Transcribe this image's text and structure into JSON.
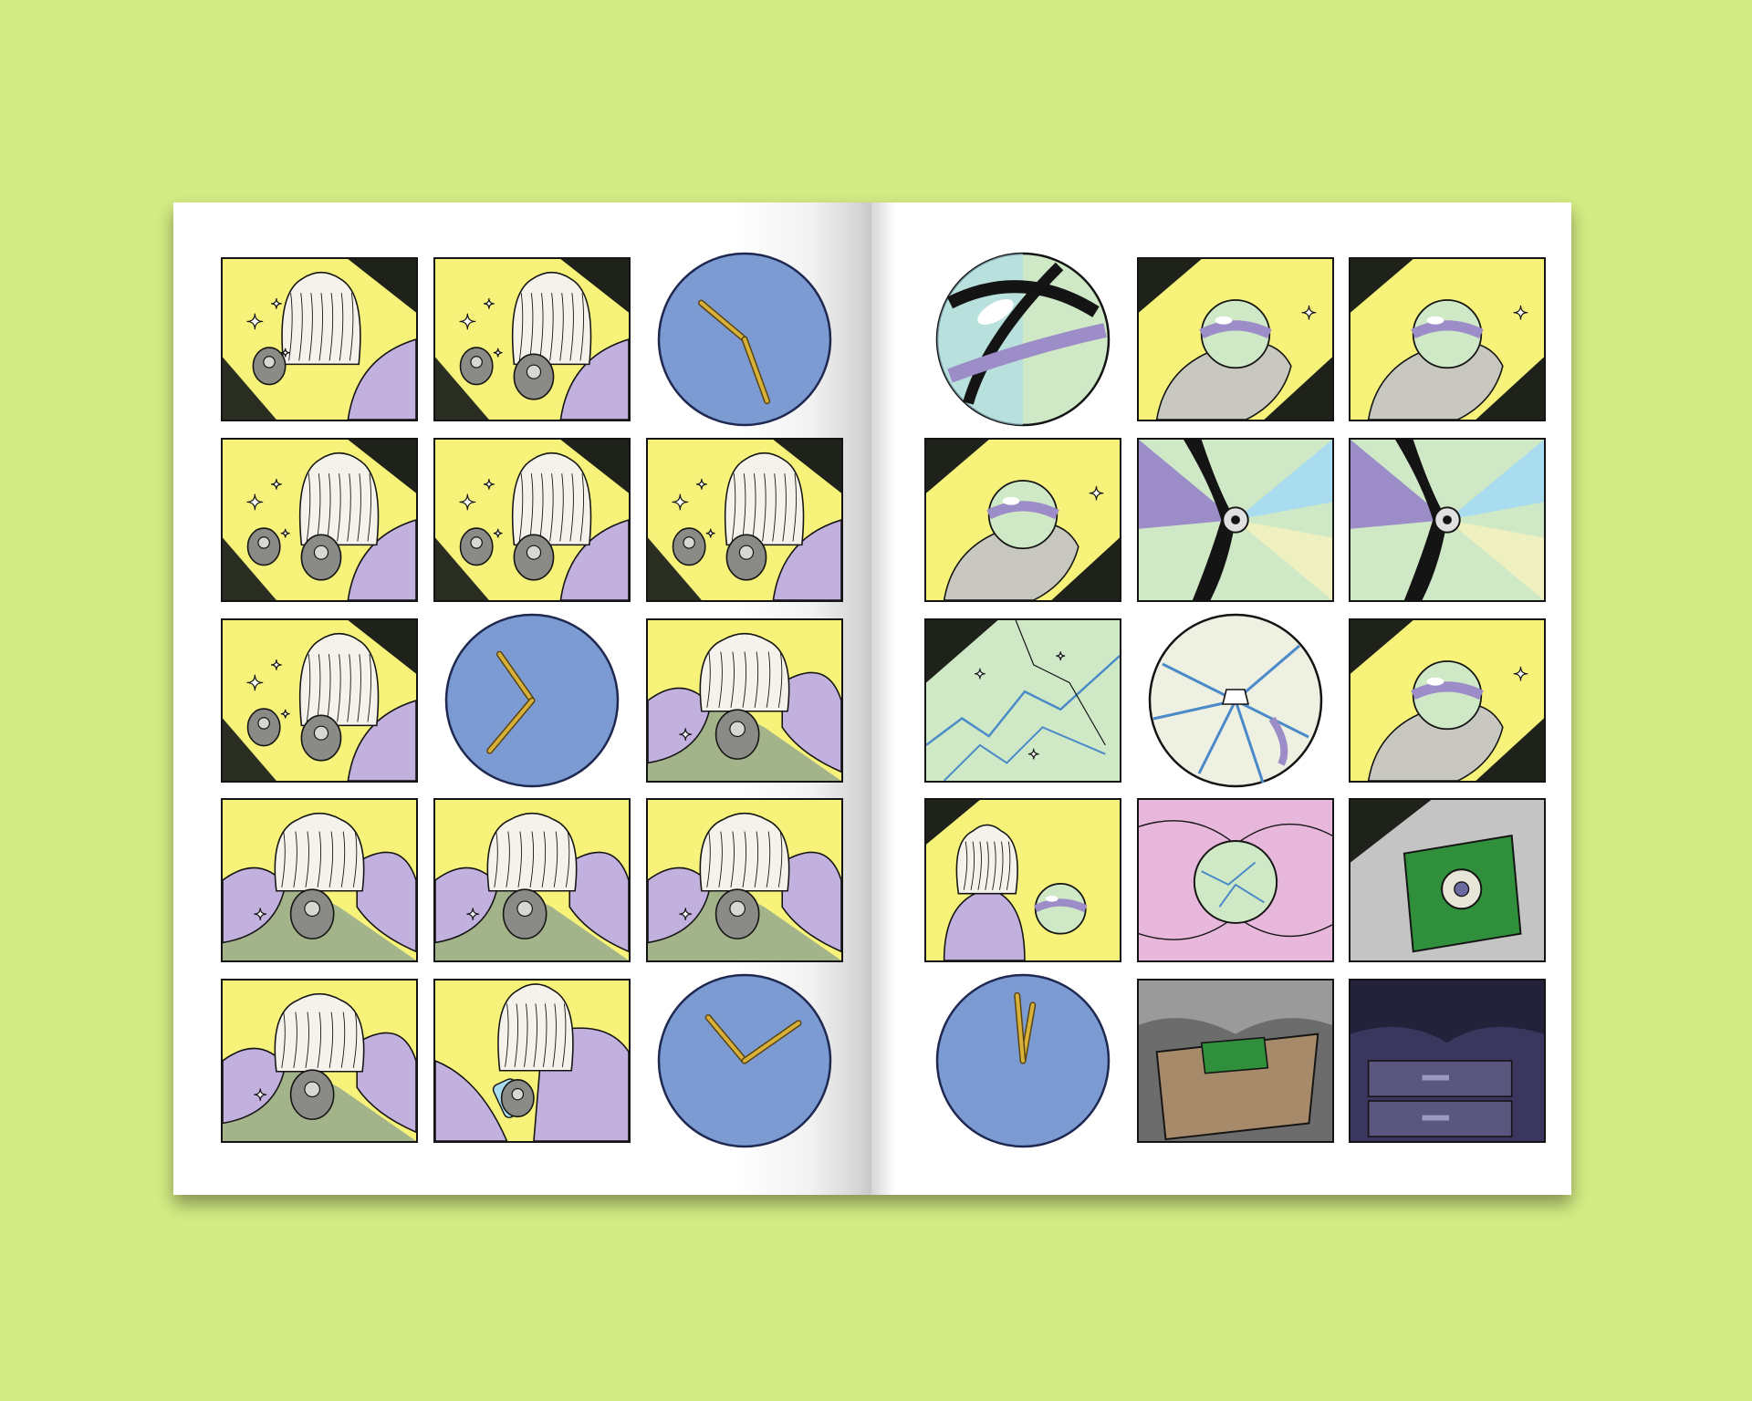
{
  "colors": {
    "background": "#d4ec84",
    "page": "#ffffff",
    "ink": "#141414",
    "yellow": "#f6f27a",
    "lavender": "#c2b0de",
    "purple": "#9c8cc8",
    "mint": "#cfe8c6",
    "sky": "#a9dcef",
    "clock_face": "#7b9bd2",
    "clock_hands": "#d8b13a",
    "pink": "#e8b8dc",
    "green_box": "#2f8f3a",
    "gray": "#c4c4c4",
    "brown": "#a68a6a",
    "dark": "#3a365e"
  },
  "left_page": {
    "panels": [
      {
        "kind": "scene",
        "motif": "hand-ok-sign",
        "row": 1,
        "col": 1
      },
      {
        "kind": "scene",
        "motif": "hands-to-face",
        "row": 1,
        "col": 2
      },
      {
        "kind": "clock",
        "motif": "clock-hands",
        "row": 1,
        "col": 3,
        "hour_angle": -50,
        "minute_angle": 160
      },
      {
        "kind": "scene",
        "motif": "hands-to-face",
        "row": 2,
        "col": 1
      },
      {
        "kind": "scene",
        "motif": "hands-to-face",
        "row": 2,
        "col": 2
      },
      {
        "kind": "scene",
        "motif": "hands-to-face",
        "row": 2,
        "col": 3
      },
      {
        "kind": "scene",
        "motif": "hands-to-face",
        "row": 3,
        "col": 1
      },
      {
        "kind": "clock",
        "motif": "clock-hands",
        "row": 3,
        "col": 2,
        "hour_angle": -35,
        "minute_angle": -140
      },
      {
        "kind": "scene",
        "motif": "resting-head",
        "row": 3,
        "col": 3
      },
      {
        "kind": "scene",
        "motif": "resting-head",
        "row": 4,
        "col": 1
      },
      {
        "kind": "scene",
        "motif": "resting-head",
        "row": 4,
        "col": 2
      },
      {
        "kind": "scene",
        "motif": "resting-head",
        "row": 4,
        "col": 3
      },
      {
        "kind": "scene",
        "motif": "resting-head",
        "row": 5,
        "col": 1
      },
      {
        "kind": "scene",
        "motif": "holding-object",
        "row": 5,
        "col": 2
      },
      {
        "kind": "clock",
        "motif": "clock-hands",
        "row": 5,
        "col": 3,
        "hour_angle": -40,
        "minute_angle": 55
      }
    ]
  },
  "right_page": {
    "panels": [
      {
        "kind": "orb",
        "motif": "crystal-ball",
        "row": 1,
        "col": 1
      },
      {
        "kind": "scene",
        "motif": "hand-holding-orb",
        "row": 1,
        "col": 2
      },
      {
        "kind": "scene",
        "motif": "hand-holding-orb",
        "row": 1,
        "col": 3
      },
      {
        "kind": "scene",
        "motif": "hand-holding-orb",
        "row": 2,
        "col": 1
      },
      {
        "kind": "scene",
        "motif": "orb-closeup",
        "row": 2,
        "col": 2
      },
      {
        "kind": "scene",
        "motif": "orb-closeup",
        "row": 2,
        "col": 3
      },
      {
        "kind": "scene",
        "motif": "cracked-surface",
        "row": 3,
        "col": 1
      },
      {
        "kind": "orb",
        "motif": "cracked-orb",
        "row": 3,
        "col": 2
      },
      {
        "kind": "scene",
        "motif": "hand-holding-orb",
        "row": 3,
        "col": 3
      },
      {
        "kind": "scene",
        "motif": "figure-with-orb",
        "row": 4,
        "col": 1
      },
      {
        "kind": "scene",
        "motif": "orb-on-cushion",
        "row": 4,
        "col": 2
      },
      {
        "kind": "scene",
        "motif": "green-box",
        "row": 4,
        "col": 3
      },
      {
        "kind": "clock",
        "motif": "clock-hands",
        "row": 5,
        "col": 1,
        "hour_angle": 10,
        "minute_angle": -5
      },
      {
        "kind": "scene",
        "motif": "box-in-drawer",
        "row": 5,
        "col": 2
      },
      {
        "kind": "scene",
        "motif": "dark-drawer",
        "row": 5,
        "col": 3
      }
    ]
  }
}
